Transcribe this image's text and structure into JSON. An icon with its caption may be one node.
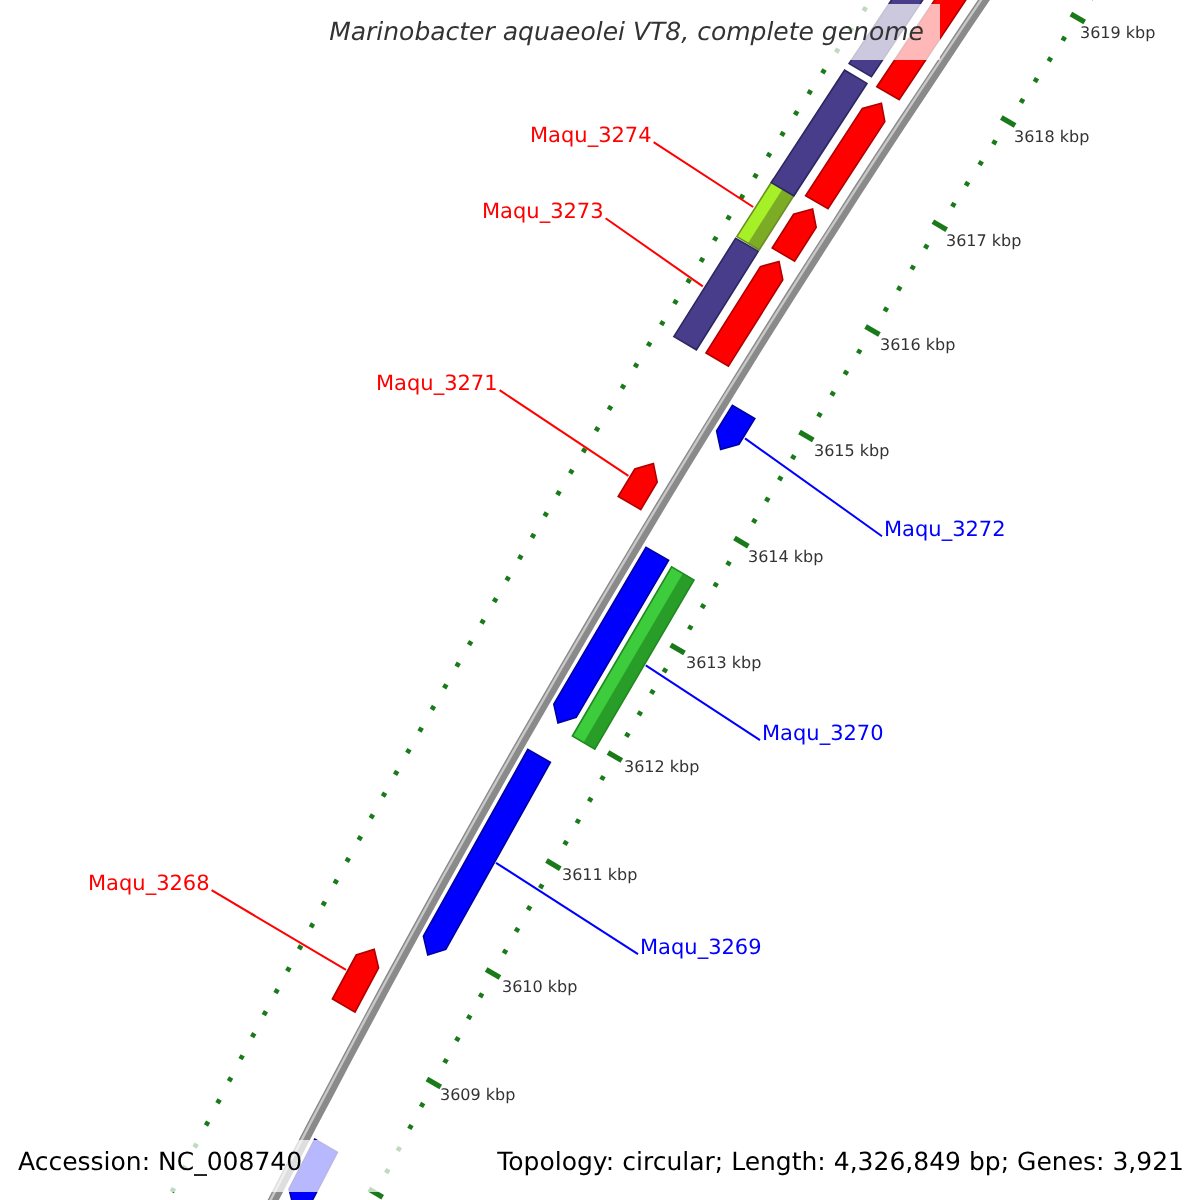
{
  "diagram": {
    "title": "Marinobacter aquaeolei VT8, complete genome",
    "nodes": [
      {
        "text": [
          "Maqu_3274"
        ]
      },
      {
        "text": [],
        "shape": "bar"
      },
      {
        "text": [
          "Maqu_3273"
        ]
      },
      {
        "text": [],
        "shape": "bar"
      },
      {
        "text": [
          "Maqu_3271"
        ]
      },
      {
        "text": [],
        "shape": "bar"
      },
      {
        "text": [
          "Maqu_3272"
        ]
      },
      {
        "text": [],
        "shape": "bar"
      },
      {
        "text": [
          "Maqu_3270"
        ]
      },
      {
        "text": [],
        "shape": "bar"
      },
      {
        "text": [
          "Maqu_3269"
        ]
      },
      {
        "text": [],
        "shape": "bar"
      },
      {
        "text": [
          "Maqu_3268"
        ]
      },
      {
        "text": [],
        "shape": "bar"
      },
      {
        "text": [],
        "shape": "bar"
      },
      {
        "text": [],
        "shape": "bar"
      },
      {
        "text": [],
        "shape": "bar"
      },
      {
        "text": [],
        "shape": "bar"
      },
      {
        "text": [],
        "shape": "bar"
      },
      {
        "text": [],
        "shape": "bar"
      },
      {
        "text": [],
        "shape": "bar"
      },
      {
        "text": [],
        "shape": "bar"
      }
    ],
    "edges": [
      {
        "from": 0,
        "to": 1,
        "arrow": "none"
      },
      {
        "from": 2,
        "to": 3,
        "arrow": "none"
      },
      {
        "from": 4,
        "to": 5,
        "arrow": "none"
      },
      {
        "from": 6,
        "to": 7,
        "arrow": "none",
        "color": "#0000ff"
      },
      {
        "from": 8,
        "to": 9,
        "arrow": "none",
        "color": "#0000ff"
      },
      {
        "from": 10,
        "to": 11,
        "arrow": "none",
        "color": "#0000ff"
      },
      {
        "from": 12,
        "to": 13,
        "arrow": "none"
      }
    ],
    "labels": [
      "3619 kbp",
      "3618 kbp",
      "3617 kbp",
      "3616 kbp",
      "3615 kbp",
      "3614 kbp",
      "3613 kbp",
      "3612 kbp",
      "3611 kbp",
      "3610 kbp",
      "3609 kbp",
      "Accession: NC_008740",
      "Topology: circular; Length: 4,326,849 bp; Genes: 3,921"
    ]
  }
}
